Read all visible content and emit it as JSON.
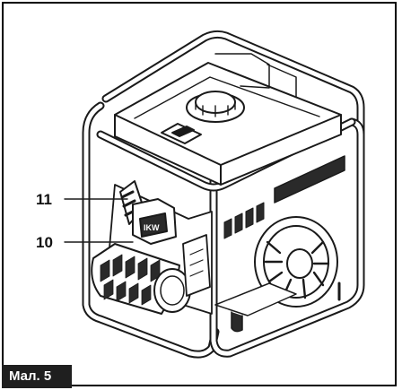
{
  "figure": {
    "caption": "Мал. 5",
    "callouts": [
      {
        "id": "11",
        "label": "11"
      },
      {
        "id": "10",
        "label": "10"
      }
    ]
  },
  "colors": {
    "line": "#1a1a1a",
    "fill": "#ffffff",
    "shade": "#2a2a2a",
    "caption_bg": "#1f1f1f"
  },
  "icons": [
    "generator-illustration"
  ]
}
